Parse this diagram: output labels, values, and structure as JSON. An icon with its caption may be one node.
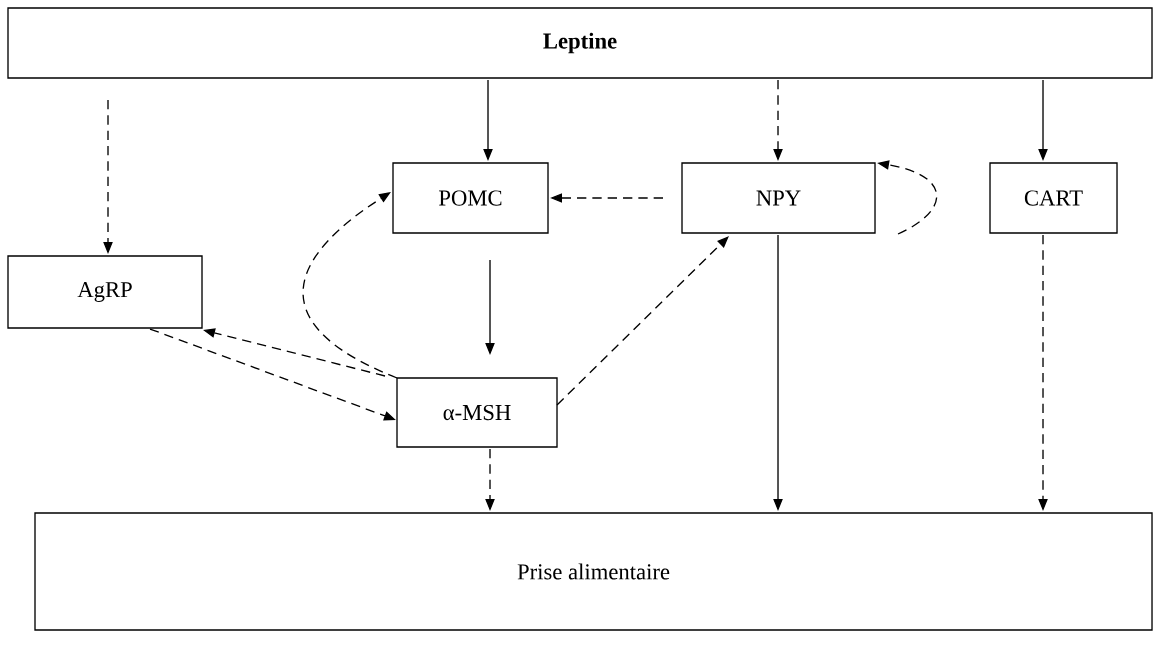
{
  "diagram": {
    "nodes": [
      {
        "text": [
          "Leptine"
        ]
      },
      {
        "text": [
          "POMC"
        ]
      },
      {
        "text": [
          "NPY"
        ]
      },
      {
        "text": [
          "CART"
        ]
      },
      {
        "text": [
          "AgRP"
        ]
      },
      {
        "text": [
          "α-MSH"
        ]
      },
      {
        "text": [
          "Prise alimentaire"
        ]
      }
    ],
    "edges": [
      {
        "from": 0,
        "to": 4,
        "arrow": "to",
        "style": "dashed"
      },
      {
        "from": 0,
        "to": 1,
        "arrow": "to"
      },
      {
        "from": 0,
        "to": 2,
        "arrow": "to",
        "style": "dashed"
      },
      {
        "from": 0,
        "to": 3,
        "arrow": "to"
      },
      {
        "from": 2,
        "to": 1,
        "arrow": "to",
        "style": "dashed"
      },
      {
        "from": 2,
        "to": 2,
        "arrow": "to",
        "style": "dashed"
      },
      {
        "from": 1,
        "to": 5,
        "arrow": "to"
      },
      {
        "from": 5,
        "to": 1,
        "arrow": "to",
        "style": "dashed"
      },
      {
        "from": 5,
        "to": 2,
        "arrow": "to",
        "style": "dashed"
      },
      {
        "from": 5,
        "to": 4,
        "arrow": "to",
        "style": "dashed"
      },
      {
        "from": 4,
        "to": 5,
        "arrow": "to",
        "style": "dashed"
      },
      {
        "from": 5,
        "to": 6,
        "arrow": "to",
        "style": "dashed"
      },
      {
        "from": 2,
        "to": 6,
        "arrow": "to"
      },
      {
        "from": 3,
        "to": 6,
        "arrow": "to",
        "style": "dashed"
      }
    ]
  }
}
